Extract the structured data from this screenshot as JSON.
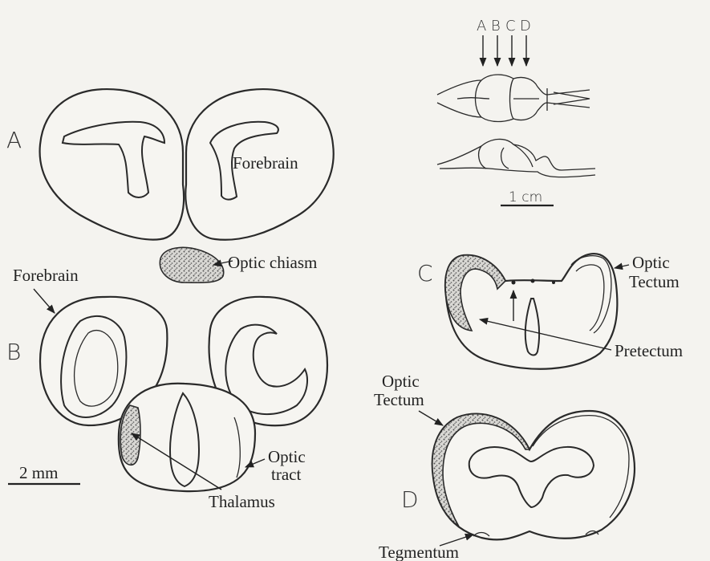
{
  "labels": {
    "panel_a": "A",
    "panel_b": "B",
    "panel_c": "C",
    "panel_d": "D",
    "forebrain_a": "Forebrain",
    "forebrain_b": "Forebrain",
    "optic_chiasm": "Optic chiasm",
    "optic_tract_1": "Optic",
    "optic_tract_2": "tract",
    "thalamus": "Thalamus",
    "optic_tectum_c_1": "Optic",
    "optic_tectum_c_2": "Tectum",
    "pretectum": "Pretectum",
    "optic_tectum_d_1": "Optic",
    "optic_tectum_d_2": "Tectum",
    "tegmentum": "Tegmentum",
    "section_markers": [
      "A",
      "B",
      "C",
      "D"
    ]
  },
  "scale_bars": {
    "section_scale": "2 mm",
    "brain_scale": "1 cm"
  }
}
